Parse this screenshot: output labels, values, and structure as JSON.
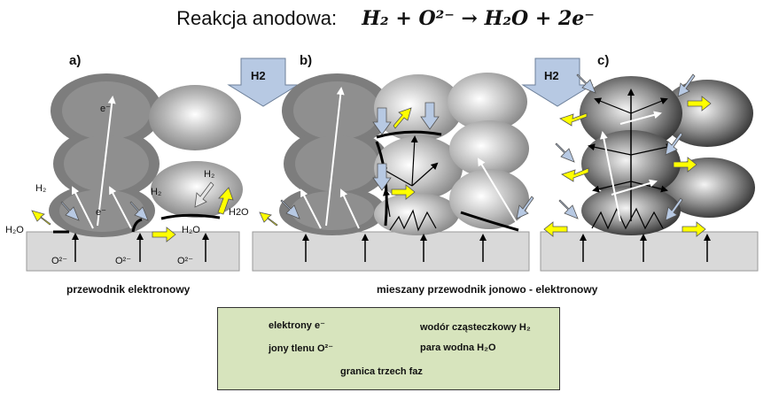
{
  "title": {
    "label": "Reakcja anodowa:",
    "equation": "H₂ + O²⁻ → H₂O + 2e⁻"
  },
  "panels": {
    "a": {
      "letter": "a)"
    },
    "b": {
      "letter": "b)"
    },
    "c": {
      "letter": "c)"
    }
  },
  "labels": {
    "h2_inlet": "H2",
    "h2_small": "H₂",
    "h2o": "H₂O",
    "h2o_plain": "H2O",
    "o2minus": "O²⁻",
    "electron": "e⁻"
  },
  "captions": {
    "electronic": "przewodnik elektronowy",
    "mixed": "mieszany przewodnik jonowo - elektronowy"
  },
  "legend": {
    "electrons": "elektrony e⁻",
    "oxide_ions": "jony tlenu O²⁻",
    "hydrogen": "wodór cząsteczkowy H₂",
    "water_vapor": "para wodna H₂O",
    "tpb": "granica trzech faz"
  },
  "colors": {
    "electron_arrow": "#ffffff",
    "ion_arrow": "#000000",
    "h2_arrow": "#b7c9e3",
    "h2o_arrow": "#ffff00",
    "legend_bg": "#d7e4bd",
    "electrolyte": "#d9d9d9"
  }
}
